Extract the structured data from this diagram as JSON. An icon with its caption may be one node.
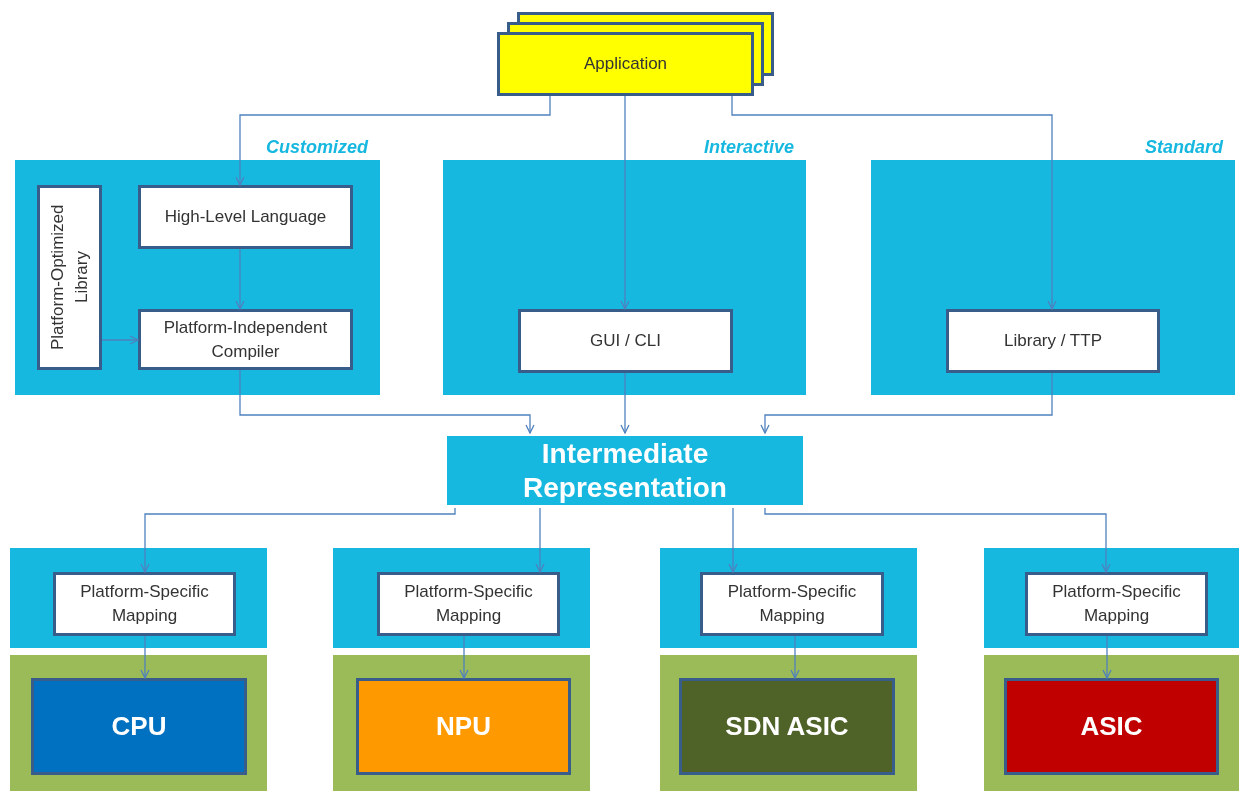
{
  "diagram": {
    "nodes": [
      {
        "text": [
          "Application"
        ]
      },
      {
        "text": [
          "Customized"
        ]
      },
      {
        "text": [
          "Platform-Optimized Library"
        ],
        "in": 1
      },
      {
        "text": [
          "High-Level Language"
        ],
        "in": 1
      },
      {
        "text": [
          "Platform-Independent Compiler"
        ],
        "in": 1
      },
      {
        "text": [
          "Interactive"
        ]
      },
      {
        "text": [
          "GUI / CLI"
        ],
        "in": 5
      },
      {
        "text": [
          "Standard"
        ]
      },
      {
        "text": [
          "Library / TTP"
        ],
        "in": 7
      },
      {
        "text": [
          "Intermediate Representation"
        ]
      },
      {
        "text": [],
        "shape": "box"
      },
      {
        "text": [
          "Platform-Specific Mapping"
        ],
        "in": 10
      },
      {
        "text": [],
        "shape": "box"
      },
      {
        "text": [
          "Platform-Specific Mapping"
        ],
        "in": 12
      },
      {
        "text": [],
        "shape": "box"
      },
      {
        "text": [
          "Platform-Specific Mapping"
        ],
        "in": 14
      },
      {
        "text": [],
        "shape": "box"
      },
      {
        "text": [
          "Platform-Specific Mapping"
        ],
        "in": 16
      },
      {
        "text": [],
        "shape": "box"
      },
      {
        "text": [
          "CPU"
        ],
        "in": 18
      },
      {
        "text": [],
        "shape": "box"
      },
      {
        "text": [
          "NPU"
        ],
        "in": 20
      },
      {
        "text": [],
        "shape": "box"
      },
      {
        "text": [
          "SDN ASIC"
        ],
        "in": 22
      },
      {
        "text": [],
        "shape": "box"
      },
      {
        "text": [
          "ASIC"
        ],
        "in": 24
      }
    ],
    "edges": [
      {
        "from": 0,
        "to": 3,
        "arrow": "to"
      },
      {
        "from": 0,
        "to": 6,
        "arrow": "to"
      },
      {
        "from": 0,
        "to": 8,
        "arrow": "to"
      },
      {
        "from": 3,
        "to": 4,
        "arrow": "to"
      },
      {
        "from": 2,
        "to": 4,
        "arrow": "to"
      },
      {
        "from": 4,
        "to": 9,
        "arrow": "to"
      },
      {
        "from": 6,
        "to": 9,
        "arrow": "to"
      },
      {
        "from": 8,
        "to": 9,
        "arrow": "to"
      },
      {
        "from": 9,
        "to": 11,
        "arrow": "to"
      },
      {
        "from": 9,
        "to": 13,
        "arrow": "to"
      },
      {
        "from": 9,
        "to": 15,
        "arrow": "to"
      },
      {
        "from": 9,
        "to": 17,
        "arrow": "to"
      },
      {
        "from": 11,
        "to": 19,
        "arrow": "to"
      },
      {
        "from": 13,
        "to": 21,
        "arrow": "to"
      },
      {
        "from": 15,
        "to": 23,
        "arrow": "to"
      },
      {
        "from": 17,
        "to": 25,
        "arrow": "to"
      }
    ]
  }
}
